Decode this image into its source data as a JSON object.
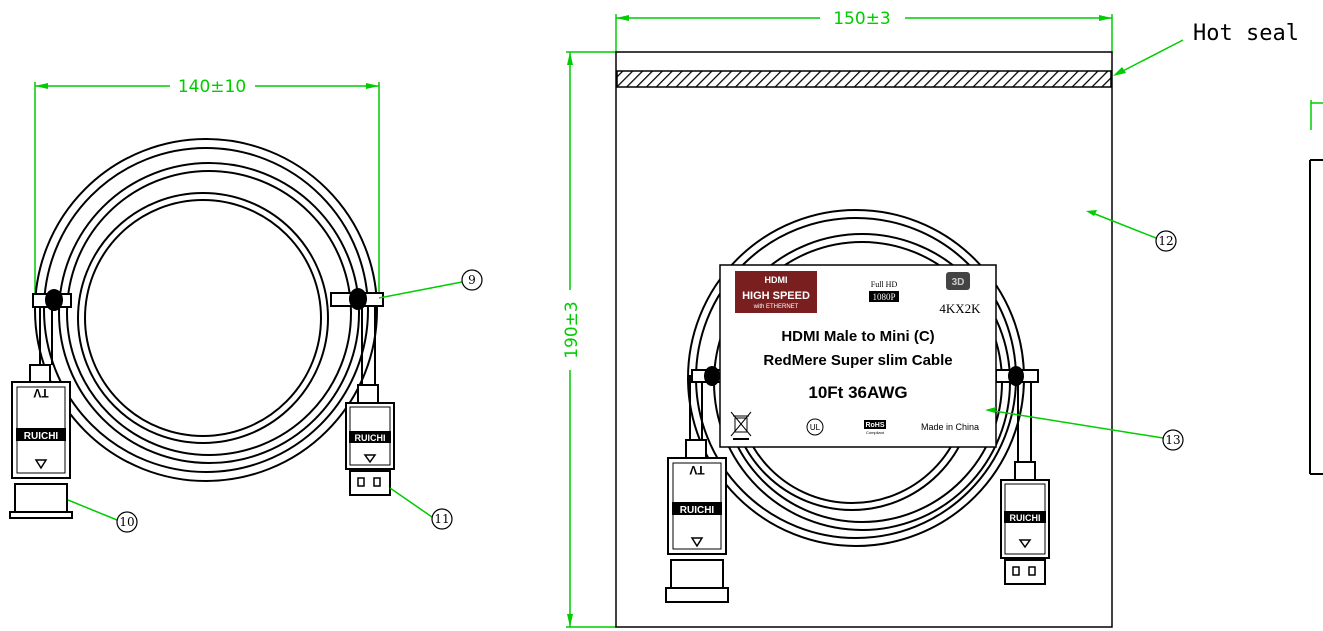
{
  "dimensions": {
    "coil_width": "140±10",
    "bag_width": "150±3",
    "bag_height": "190±3"
  },
  "notes": {
    "hot_seal": "Hot seal"
  },
  "balloons": {
    "tie": "9",
    "tv_plug": "10",
    "mini_plug": "11",
    "bag": "12",
    "label": "13"
  },
  "plug_text": {
    "tv_mark": "TV",
    "brand": "RUICHI"
  },
  "label": {
    "logo_line1": "HDMI",
    "logo_line2": "HIGH SPEED",
    "logo_line3": "with ETHERNET",
    "fullhd_line1": "Full HD",
    "fullhd_line2": "1080P",
    "badge_3d": "3D",
    "res": "4KX2K",
    "title_line1": "HDMI Male to Mini (C)",
    "title_line2": "RedMere Super slim Cable",
    "spec": "10Ft  36AWG",
    "ul": "UL",
    "rohs_line1": "RoHS",
    "rohs_line2": "Compliant",
    "made_in": "Made in China"
  },
  "colors": {
    "dimension": "#00cc00",
    "outline": "#000000",
    "logo_bg": "#7a1f1f"
  }
}
